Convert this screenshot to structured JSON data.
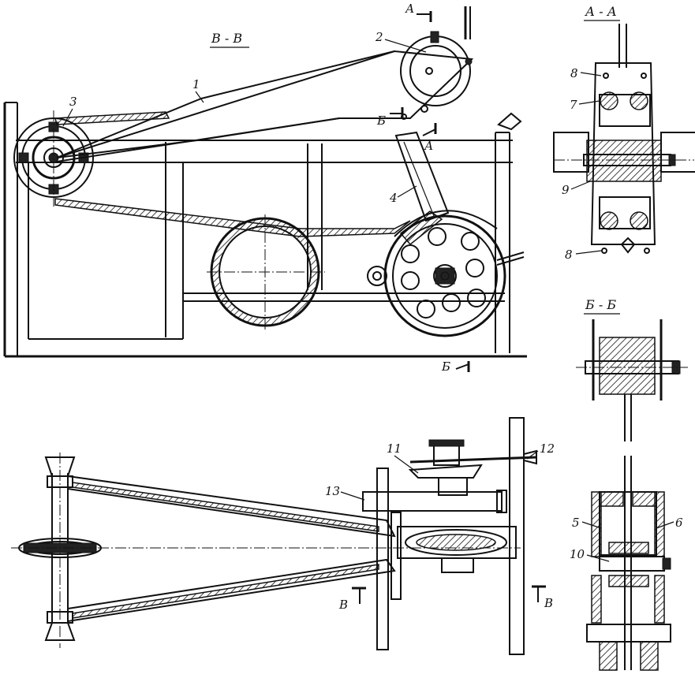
{
  "sections": {
    "main_view": "В - В",
    "top_right": "А - А",
    "mid_right": "Б - Б"
  },
  "section_marks": {
    "a_top": "А",
    "a_lower": "А",
    "b_upper": "Б",
    "b_lower": "Б",
    "v_left": "В",
    "v_right": "В"
  },
  "part_labels": {
    "p1": "1",
    "p2": "2",
    "p3": "3",
    "p4": "4",
    "p5": "5",
    "p6": "6",
    "p7": "7",
    "p8_top": "8",
    "p8_bottom": "8",
    "p9": "9",
    "p10": "10",
    "p11": "11",
    "p12": "12",
    "p13": "13"
  }
}
